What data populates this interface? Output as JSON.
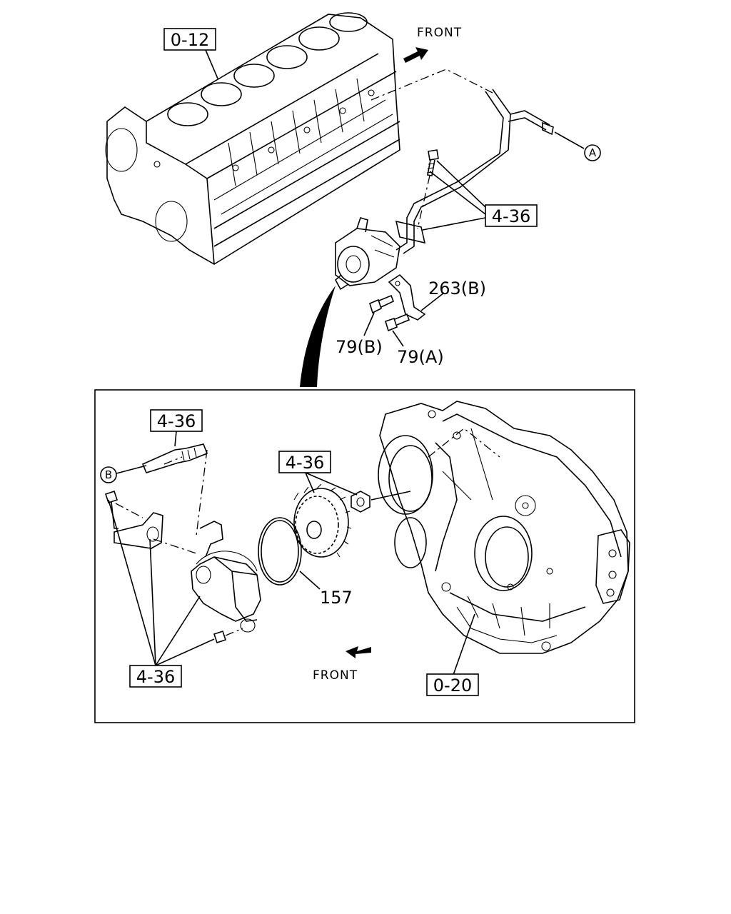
{
  "callouts": {
    "block": "0-12",
    "pump_upper": "4-36",
    "bracket": "263(B)",
    "bolt_b": "79(B)",
    "bolt_a": "79(A)",
    "sensor": "4-36",
    "gear": "4-36",
    "oring": "157",
    "pump_lower": "4-36",
    "flywheel_housing": "0-20"
  },
  "markers": {
    "a": "A",
    "b": "B"
  },
  "front_labels": {
    "top": "FRONT",
    "bottom": "FRONT"
  }
}
